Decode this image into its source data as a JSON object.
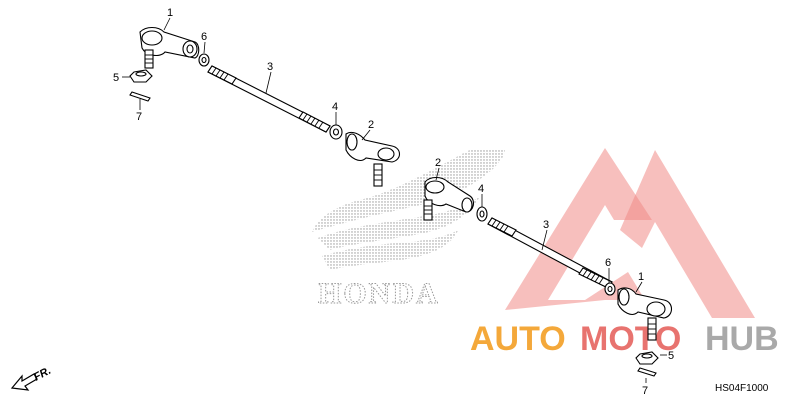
{
  "diagram": {
    "code": "HS04F1000",
    "direction_label": "FR.",
    "brand_watermark": "HONDA",
    "shop_watermark": {
      "part1": "AUTO",
      "part2": "MOTO",
      "part3": "HUB"
    },
    "colors": {
      "shop_orange": "#F4A83A",
      "shop_red": "#E8736F",
      "shop_gray": "#A9A9A9",
      "triangle": "#F08A86"
    },
    "callouts": {
      "upper_1": "1",
      "upper_6": "6",
      "upper_3": "3",
      "upper_5": "5",
      "upper_7": "7",
      "upper_4": "4",
      "upper_2": "2",
      "lower_2": "2",
      "lower_4": "4",
      "lower_3": "3",
      "lower_6": "6",
      "lower_1": "1",
      "lower_5": "5",
      "lower_7": "7"
    },
    "icons": [
      "fr-arrow-icon"
    ]
  }
}
